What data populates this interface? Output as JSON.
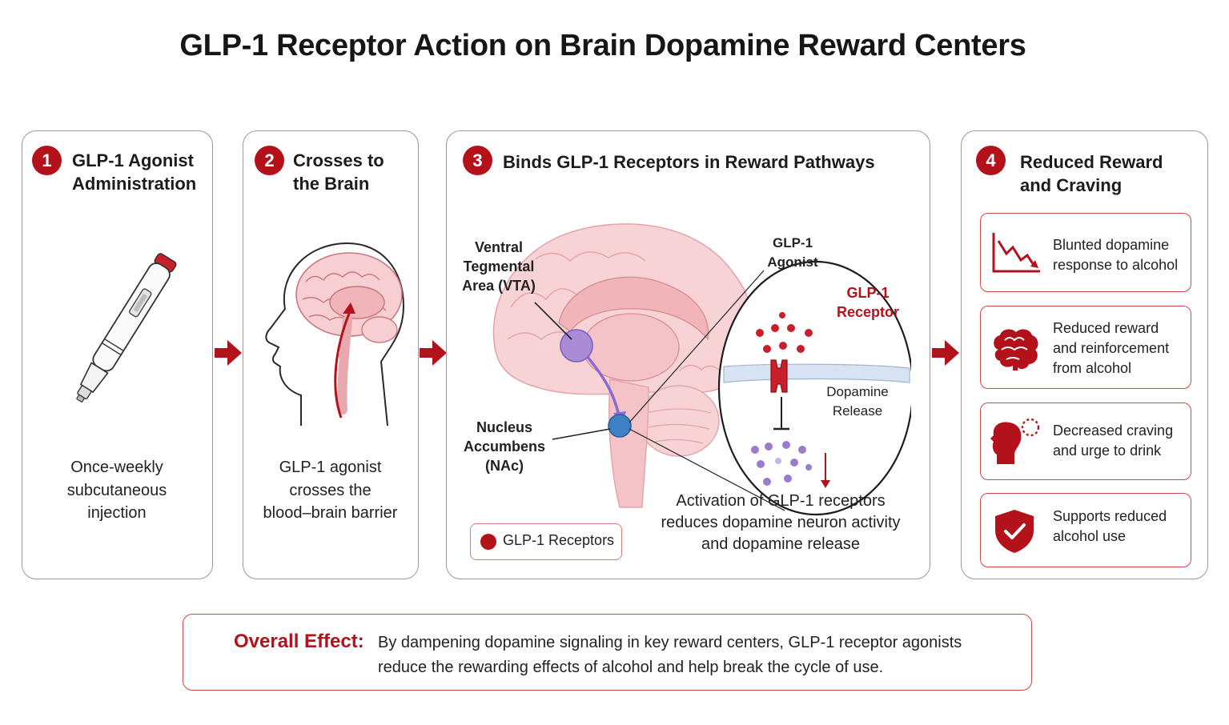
{
  "title": "GLP-1 Receptor Action on Brain Dopamine Reward Centers",
  "steps": [
    {
      "number": "1",
      "title_line1": "GLP-1 Agonist",
      "title_line2": "Administration",
      "caption": [
        "Once-weekly",
        "subcutaneous",
        "injection"
      ]
    },
    {
      "number": "2",
      "title_line1": "Crosses to",
      "title_line2": "the Brain",
      "caption": [
        "GLP-1 agonist",
        "crosses the",
        "blood–brain barrier"
      ]
    },
    {
      "number": "3",
      "title_line1": "Binds GLP-1 Receptors in Reward Pathways",
      "caption": [
        "Activation of GLP-1 receptors",
        "reduces dopamine neuron activity",
        "and dopamine release"
      ]
    },
    {
      "number": "4",
      "title_line1": "Reduced Reward",
      "title_line2": "and Craving"
    }
  ],
  "brain_labels": {
    "vta": [
      "Ventral",
      "Tegmental",
      "Area (VTA)"
    ],
    "nac": [
      "Nucleus",
      "Accumbens",
      "(NAc)"
    ]
  },
  "inset": {
    "agonist": [
      "GLP-1",
      "Agonist"
    ],
    "receptor": [
      "GLP-1",
      "Receptor"
    ],
    "dopamine": [
      "Dopamine",
      "Release"
    ]
  },
  "legend": {
    "label": "GLP-1 Receptors"
  },
  "effects": [
    {
      "icon": "declining-chart-icon",
      "lines": [
        "Blunted dopamine",
        "response to alcohol"
      ]
    },
    {
      "icon": "brain-icon",
      "lines": [
        "Reduced reward",
        "and reinforcement",
        "from alcohol"
      ]
    },
    {
      "icon": "head-craving-icon",
      "lines": [
        "Decreased craving",
        "and urge to drink"
      ]
    },
    {
      "icon": "shield-check-icon",
      "lines": [
        "Supports reduced",
        "alcohol use"
      ]
    }
  ],
  "overall": {
    "label": "Overall Effect:",
    "line1": "By dampening dopamine signaling in key reward centers, GLP-1 receptor agonists",
    "line2": "reduce the rewarding effects of alcohol and help break the cycle of use."
  },
  "colors": {
    "accent_red": "#b3121b",
    "brain_pink": "#f6cdd0",
    "vta_purple": "#a98bd6",
    "nac_blue": "#3f7fc4",
    "dopamine_purple": "#9a7ccc"
  }
}
